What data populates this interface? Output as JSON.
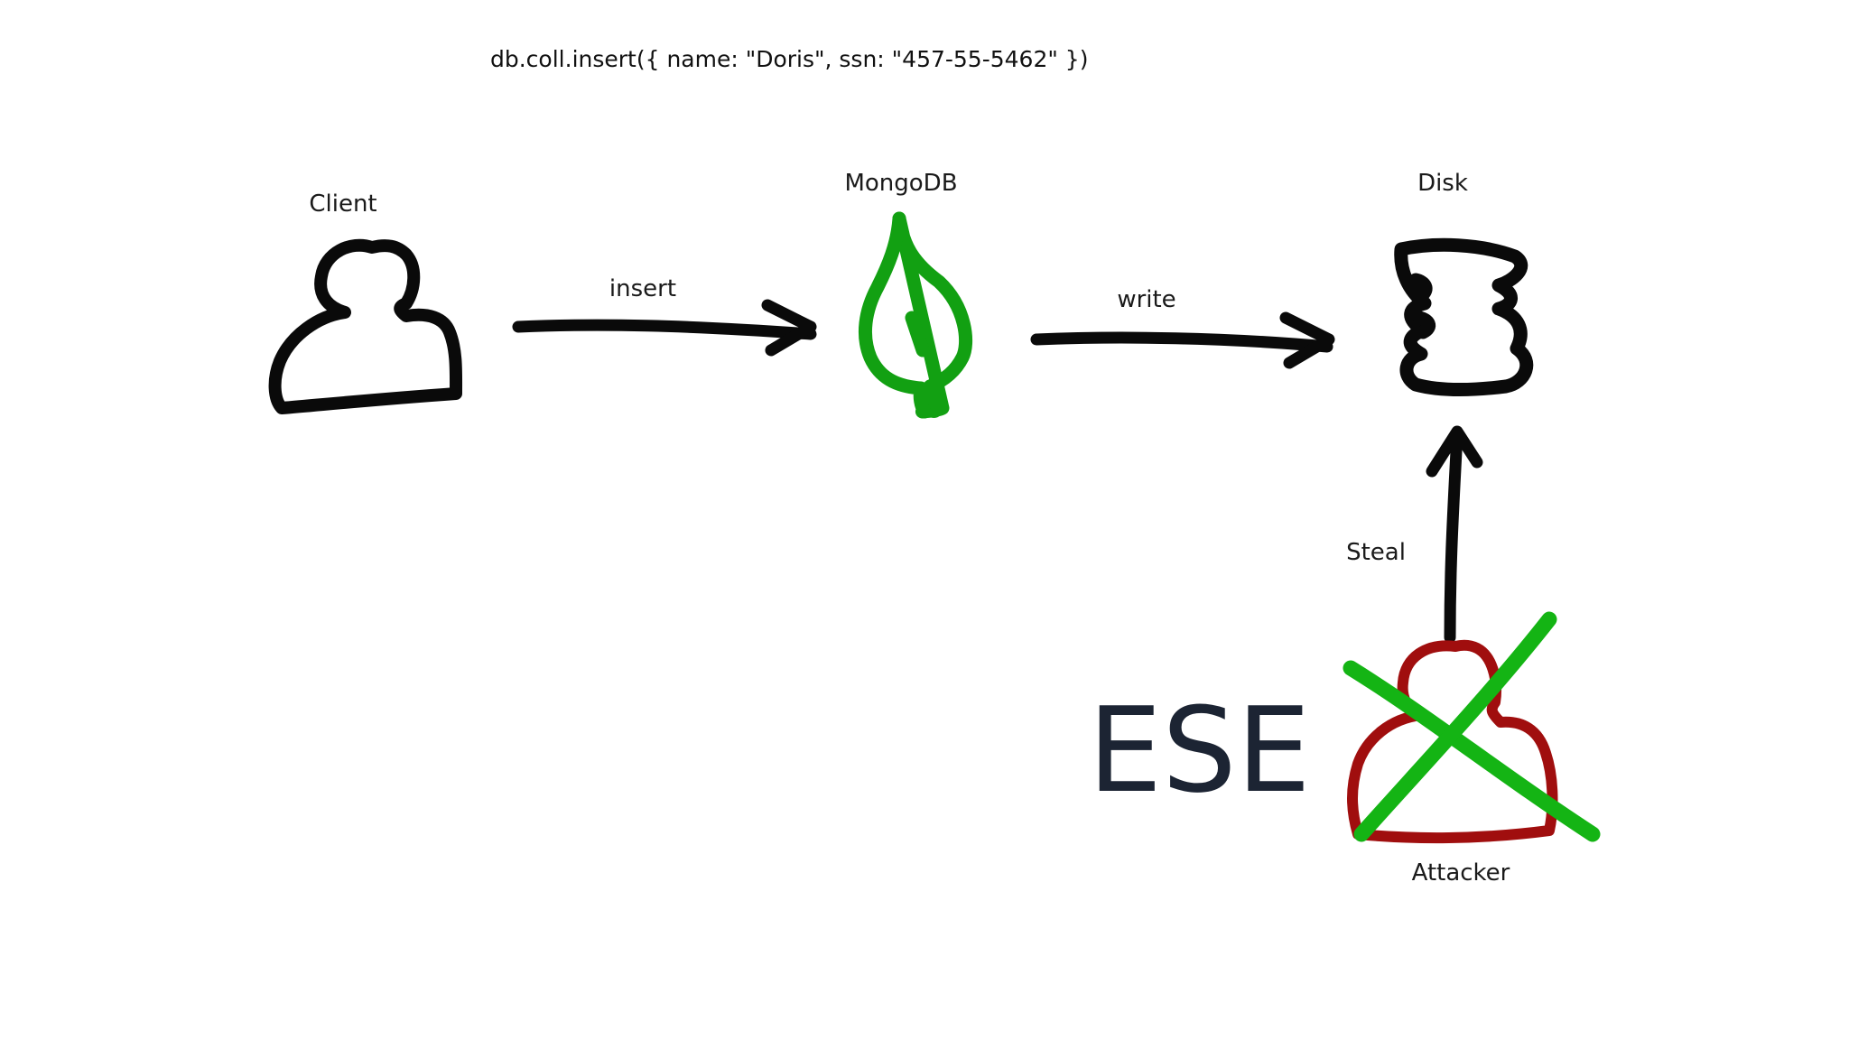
{
  "code_line": "db.coll.insert({ name: \"Doris\", ssn: \"457-55-5462\" })",
  "nodes": {
    "client": {
      "label": "Client",
      "icon": "person-icon"
    },
    "mongodb": {
      "label": "MongoDB",
      "icon": "mongodb-leaf-icon"
    },
    "disk": {
      "label": "Disk",
      "icon": "disk-icon"
    },
    "attacker": {
      "label": "Attacker",
      "icon": "person-icon"
    }
  },
  "edges": {
    "insert": {
      "label": "insert"
    },
    "write": {
      "label": "write"
    },
    "steal": {
      "label": "Steal"
    }
  },
  "feature_label": "ESE",
  "colors": {
    "ink": "#0a0a0a",
    "leaf": "#12a012",
    "attacker": "#a00e0e",
    "cross": "#14b414",
    "feature_text": "#1c2433"
  }
}
